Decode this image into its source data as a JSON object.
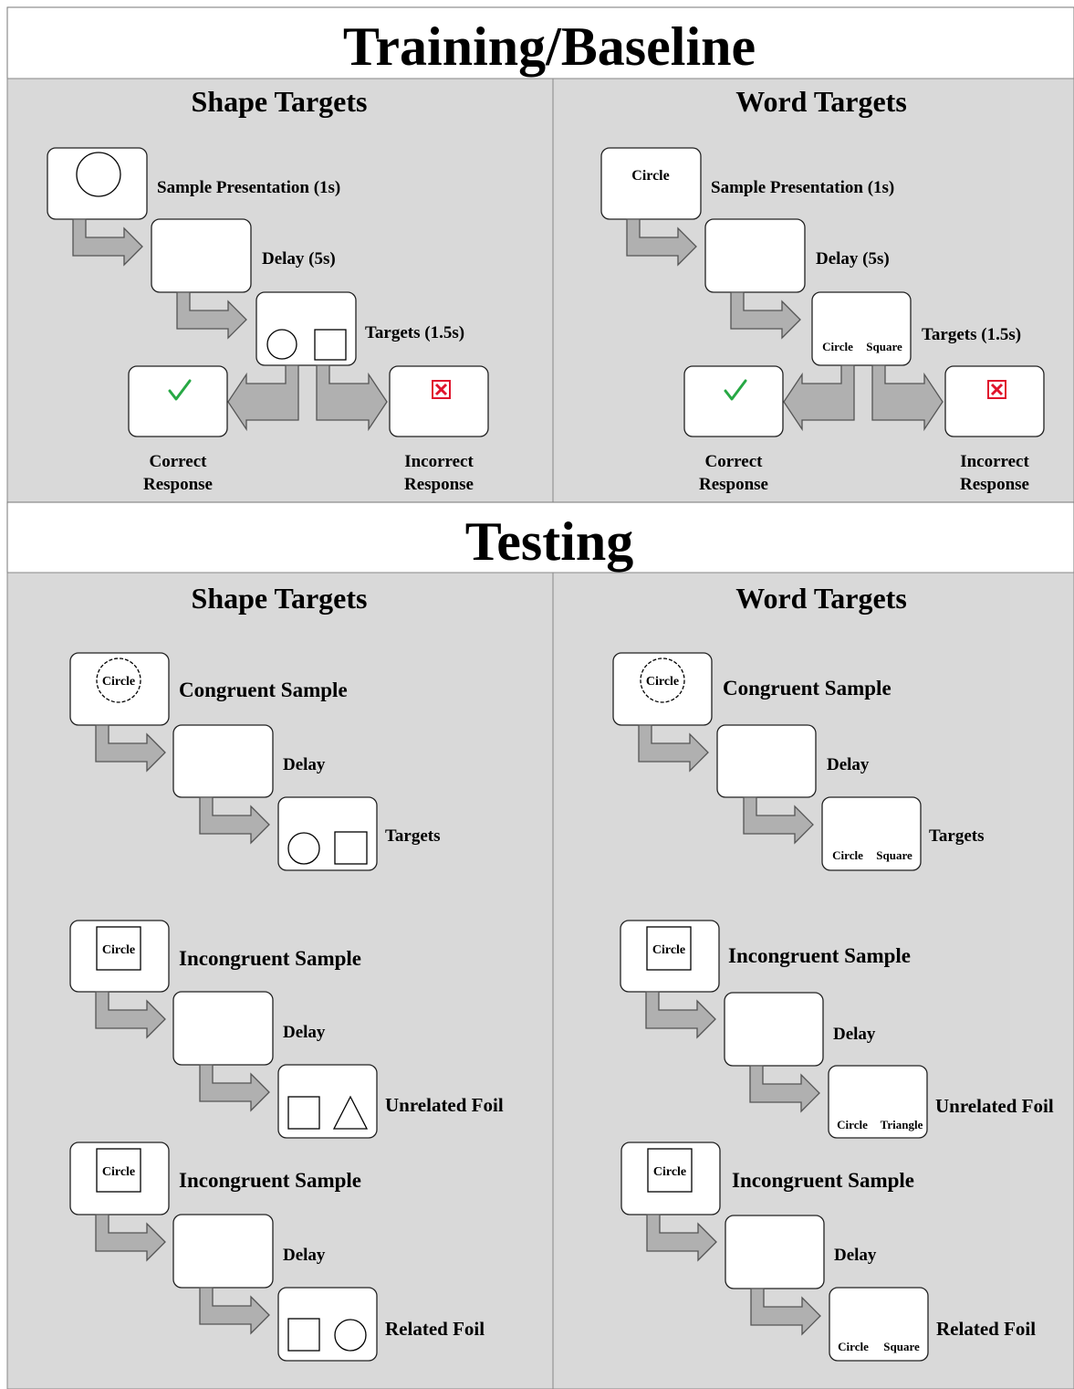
{
  "sections": {
    "training": {
      "title": "Training/Baseline"
    },
    "testing": {
      "title": "Testing"
    }
  },
  "panels": {
    "shape_targets_title": "Shape Targets",
    "word_targets_title": "Word Targets"
  },
  "training": {
    "sample_label": "Sample Presentation (1s)",
    "delay_label": "Delay (5s)",
    "targets_label": "Targets (1.5s)",
    "correct_line1": "Correct",
    "correct_line2": "Response",
    "incorrect_line1": "Incorrect",
    "incorrect_line2": "Response",
    "sample_word": "Circle",
    "target_word_1": "Circle",
    "target_word_2": "Square"
  },
  "testing": {
    "congruent_label": "Congruent Sample",
    "incongruent_label": "Incongruent Sample",
    "delay_label": "Delay",
    "targets_label": "Targets",
    "unrelated_foil_label": "Unrelated Foil",
    "related_foil_label": "Related Foil",
    "sample_word": "Circle",
    "word_circle": "Circle",
    "word_square": "Square",
    "word_triangle": "Triangle"
  },
  "colors": {
    "panel_bg": "#d9d9d9",
    "arrow_fill": "#b0b0b0",
    "check_green": "#27a844",
    "cross_red": "#e0142c"
  }
}
